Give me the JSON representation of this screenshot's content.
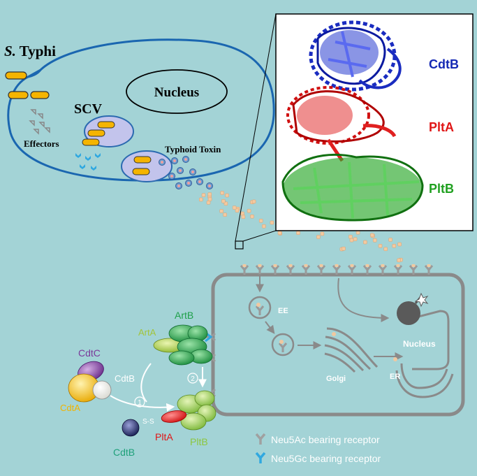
{
  "top": {
    "bacterium_label_italic": "S.",
    "bacterium_label_rest": " Typhi",
    "nucleus_label": "Nucleus",
    "scv_label": "SCV",
    "effectors_label": "Effectors",
    "toxin_label": "Typhoid Toxin"
  },
  "structure": {
    "subunits": [
      {
        "name": "CdtB",
        "color": "#1428b4"
      },
      {
        "name": "PltA",
        "color": "#e01616"
      },
      {
        "name": "PltB",
        "color": "#20a020"
      }
    ]
  },
  "cell": {
    "ee_label": "EE",
    "golgi_label": "Golgi",
    "er_label": "ER",
    "nucleus_label": "Nucleus"
  },
  "assembly": {
    "artb_label": "ArtB",
    "arta_label": "ArtA",
    "cdtc_label": "CdtC",
    "cdtb_label": "CdtB",
    "cdta_label": "CdtA",
    "step1_label": "1",
    "step2_label": "2",
    "disulfide_label": "S-S",
    "plta_label": "PltA",
    "pltb_label": "PltB",
    "cdtb_bottom_label": "CdtB",
    "colors": {
      "artb": "#1fa04a",
      "arta": "#a2c43c",
      "cdtc": "#7a3a9a",
      "cdtb": "#ffffff",
      "cdta": "#f0b400",
      "plta": "#e01616",
      "pltb": "#8cc63e",
      "cdtb_bottom": "#1fa07a"
    }
  },
  "legend": {
    "items": [
      {
        "label": "Neu5Ac bearing receptor",
        "color": "#a0a0a0"
      },
      {
        "label": "Neu5Gc bearing receptor",
        "color": "#30a8e0"
      }
    ]
  }
}
